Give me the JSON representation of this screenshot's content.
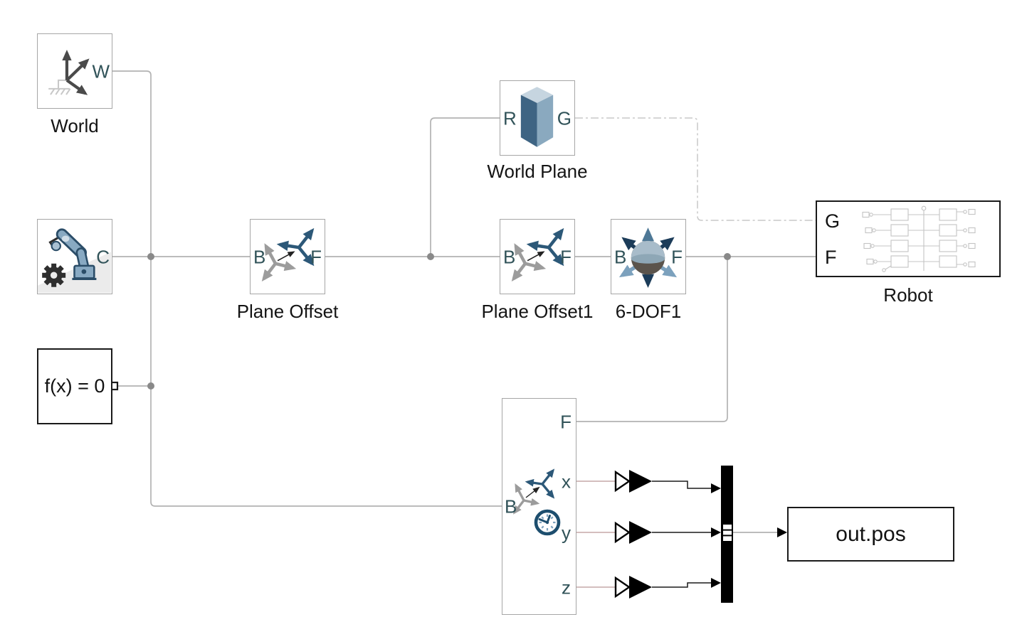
{
  "blocks": {
    "world": {
      "label": "World",
      "ports": {
        "w": "W"
      }
    },
    "mechanism_config": {
      "ports": {
        "c": "C"
      }
    },
    "solver_config": {
      "text": "f(x) = 0"
    },
    "plane_offset": {
      "label": "Plane Offset",
      "ports": {
        "b": "B",
        "f": "F"
      }
    },
    "world_plane": {
      "label": "World Plane",
      "ports": {
        "r": "R",
        "g": "G"
      }
    },
    "plane_offset1": {
      "label": "Plane Offset1",
      "ports": {
        "b": "B",
        "f": "F"
      }
    },
    "six_dof1": {
      "label": "6-DOF1",
      "ports": {
        "b": "B",
        "f": "F"
      }
    },
    "robot": {
      "label": "Robot",
      "ports": {
        "g": "G",
        "f": "F"
      }
    },
    "transform_sensor": {
      "ports": {
        "b": "B",
        "f": "F",
        "x": "x",
        "y": "y",
        "z": "z"
      }
    },
    "out_pos": {
      "label": "out.pos"
    }
  },
  "icons": {
    "world": "world-frame-icon",
    "mechanism_config": "robot-arm-gear-icon",
    "plane_offset": "rigid-transform-frames-icon",
    "world_plane": "brick-solid-icon",
    "six_dof1": "six-dof-joint-icon",
    "transform_sensor": "transform-sensor-clock-icon",
    "robot": "subsystem-preview-icon"
  },
  "colors": {
    "conserving_wire": "#b3b3b3",
    "frame_dashdot_wire": "#c9c9c9",
    "physical_signal_wire": "#c6a9a9",
    "simulink_signal": "#1a1a1a",
    "port_label": "#315359",
    "block_border_gray": "#a6a6a6",
    "block_border_black": "#1a1a1a",
    "junction_dot": "#898989",
    "icon_blue_dark": "#2b4d68",
    "icon_blue_mid": "#88a9c2",
    "bus_creator_bar": "#000000"
  }
}
